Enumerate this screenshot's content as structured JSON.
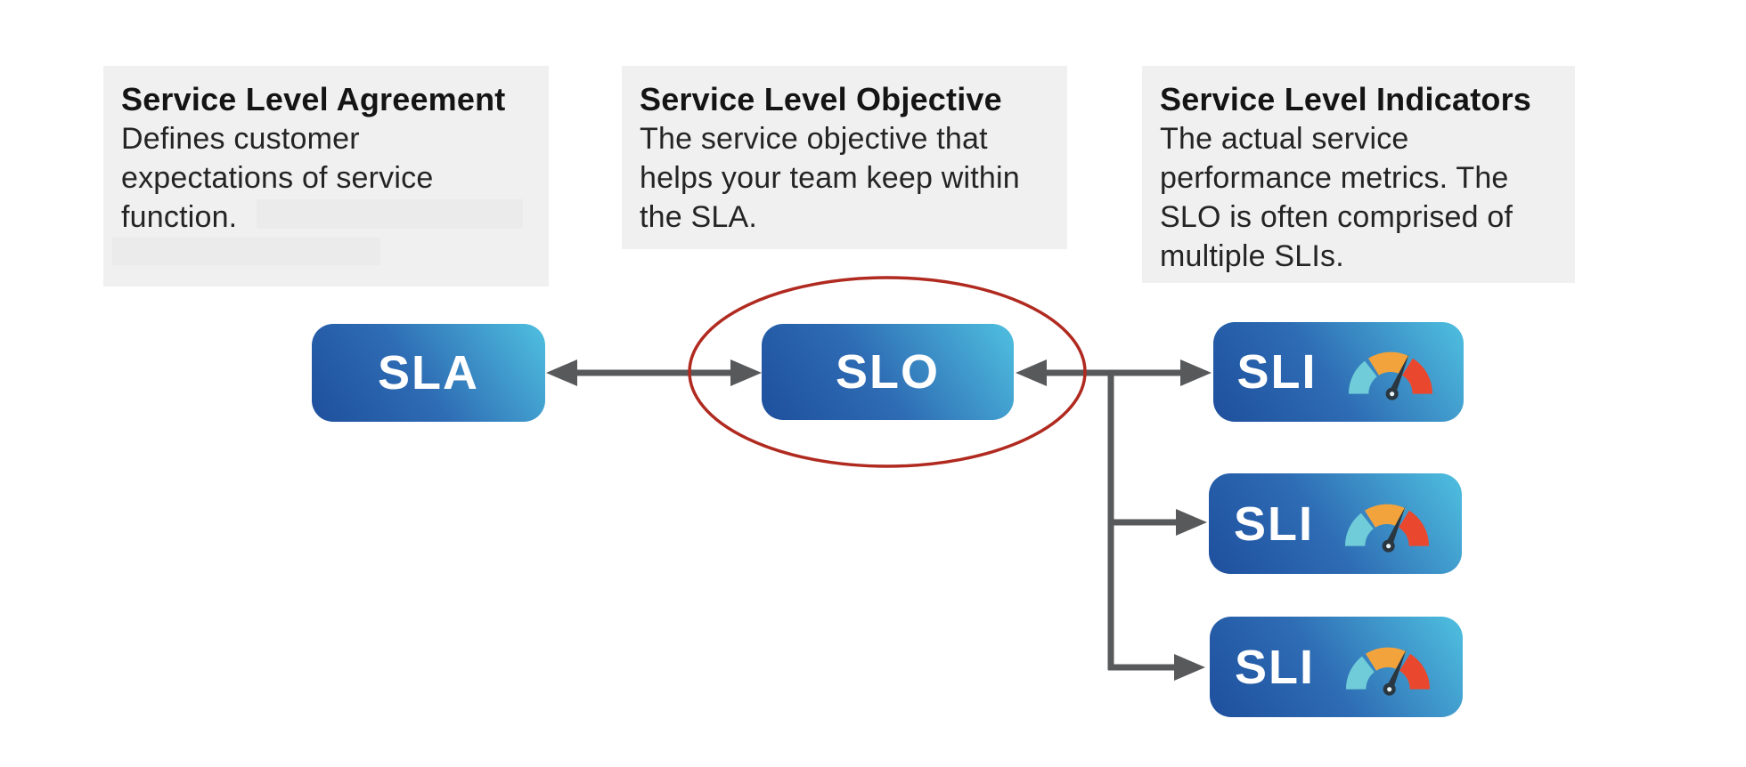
{
  "cards": [
    {
      "title": "Service Level Agreement",
      "body": "Defines customer expectations of service function."
    },
    {
      "title": "Service Level Objective",
      "body": "The service objective that helps your team keep within the SLA."
    },
    {
      "title": "Service Level Indicators",
      "body": "The actual service performance metrics. The SLO is often comprised of multiple SLIs."
    }
  ],
  "nodes": {
    "sla": {
      "label": "SLA"
    },
    "slo": {
      "label": "SLO"
    },
    "sli1": {
      "label": "SLI"
    },
    "sli2": {
      "label": "SLI"
    },
    "sli3": {
      "label": "SLI"
    }
  },
  "icons": {
    "gauge": "gauge-meter-icon"
  },
  "annotation": {
    "type": "red-ellipse-highlight",
    "target": "SLO"
  },
  "colors": {
    "node_gradient_start": "#1e4f9d",
    "node_gradient_end": "#4fc0e0",
    "connector": "#58595b",
    "highlight_red": "#b02a20",
    "card_bg": "#f1f0f0",
    "redact_bg": "#ecebeb",
    "title_color": "#141414",
    "body_color": "#242424",
    "node_text": "#ffffff",
    "gauge_teal": "#6fccd8",
    "gauge_orange": "#f2a33b",
    "gauge_red": "#e9482e",
    "gauge_needle": "#2b3740",
    "gauge_hub_center": "#e8f4f8"
  }
}
